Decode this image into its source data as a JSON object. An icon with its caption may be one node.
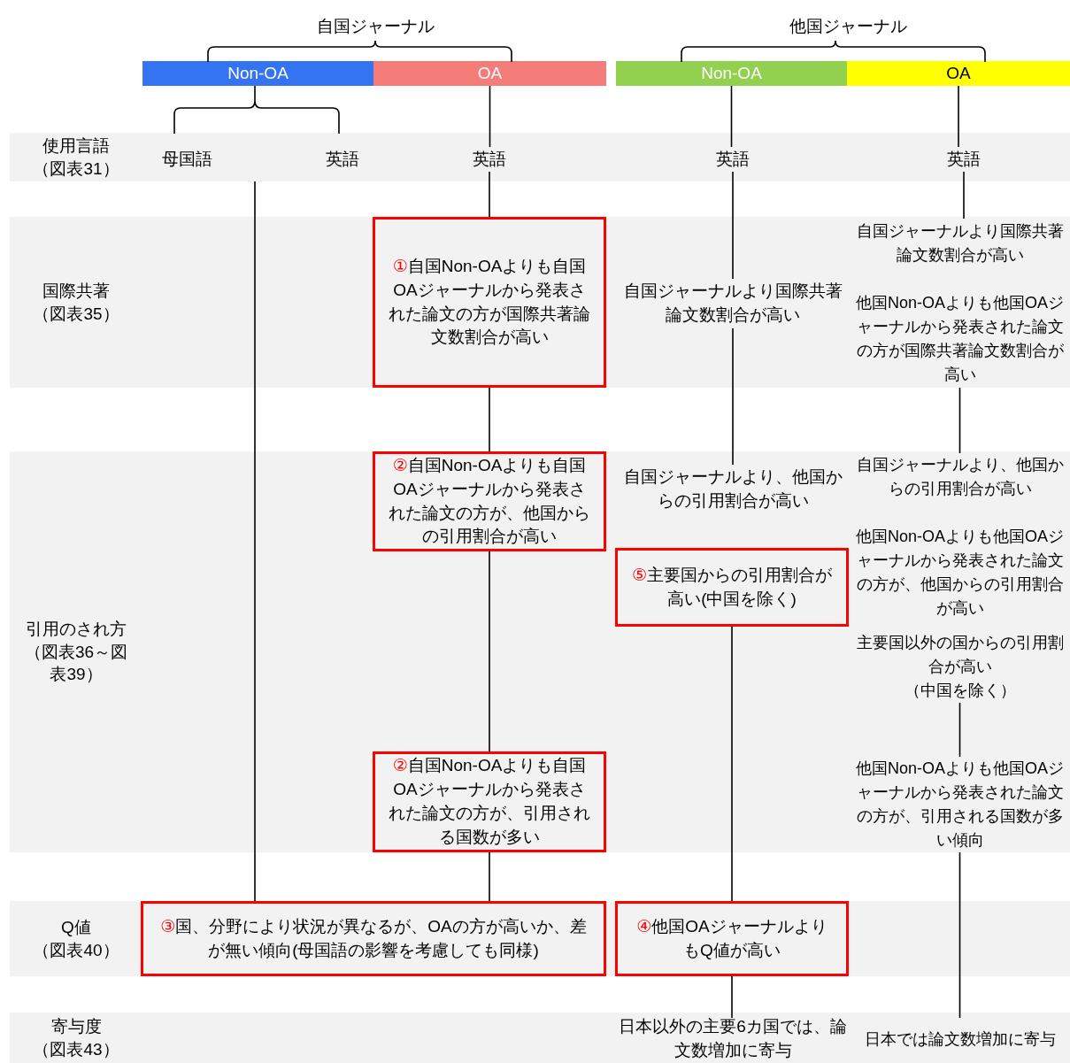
{
  "diagram": {
    "nodes": [
      {
        "text": [
          "Non-OA"
        ]
      },
      {
        "text": [
          "OA"
        ]
      },
      {
        "text": [
          "Non-OA"
        ]
      },
      {
        "text": [
          "OA"
        ]
      },
      {
        "text": [
          "使用言語",
          "（図表31）"
        ]
      },
      {
        "text": [
          "母国語"
        ],
        "in": 4
      },
      {
        "text": [
          "英語"
        ],
        "in": 4
      },
      {
        "text": [
          "英語"
        ],
        "in": 4
      },
      {
        "text": [
          "英語"
        ],
        "in": 4
      },
      {
        "text": [
          "英語"
        ],
        "in": 4
      },
      {
        "text": [
          "国際共著",
          "（図表35）"
        ]
      },
      {
        "text": [
          "①自国Non-OAよりも自国OAジャーナルから発表された論文の方が国際共著論文数割合が高い"
        ],
        "in": 10
      },
      {
        "text": [
          "自国ジャーナルより国際共著論文数割合が高い"
        ],
        "in": 10
      },
      {
        "text": [
          "自国ジャーナルより国際共著論文数割合が高い"
        ],
        "in": 10
      },
      {
        "text": [
          "他国Non-OAよりも他国OAジャーナルから発表された論文の方が国際共著論文数割合が高い"
        ],
        "in": 10
      },
      {
        "text": [
          "引用のされ方",
          "（図表36～図表39）"
        ]
      },
      {
        "text": [
          "②自国Non-OAよりも自国OAジャーナルから発表された論文の方が、他国からの引用割合が高い"
        ],
        "in": 15
      },
      {
        "text": [
          "②自国Non-OAよりも自国OAジャーナルから発表された論文の方が、引用される国数が多い"
        ],
        "in": 15
      },
      {
        "text": [
          "自国ジャーナルより、他国からの引用割合が高い"
        ],
        "in": 15
      },
      {
        "text": [
          "⑤主要国からの引用割合が高い(中国を除く)"
        ],
        "in": 15
      },
      {
        "text": [
          "自国ジャーナルより、他国からの引用割合が高い"
        ],
        "in": 15
      },
      {
        "text": [
          "他国Non-OAよりも他国OAジャーナルから発表された論文の方が、他国からの引用割合が高い"
        ],
        "in": 15
      },
      {
        "text": [
          "主要国以外の国からの引用割合が高い",
          "（中国を除く）"
        ],
        "in": 15
      },
      {
        "text": [
          "他国Non-OAよりも他国OAジャーナルから発表された論文の方が、引用される国数が多い傾向"
        ],
        "in": 15
      },
      {
        "text": [
          "Q値",
          "（図表40）"
        ]
      },
      {
        "text": [
          "③国、分野により状況が異なるが、OAの方が高いか、差が無い傾向(母国語の影響を考慮しても同様)"
        ],
        "in": 24
      },
      {
        "text": [
          "④他国OAジャーナルよりもQ値が高い"
        ],
        "in": 24
      },
      {
        "text": [
          "寄与度",
          "（図表43）"
        ]
      },
      {
        "text": [
          "日本以外の主要6カ国では、論文数増加に寄与"
        ],
        "in": 27
      },
      {
        "text": [
          "日本では論文数増加に寄与"
        ],
        "in": 27
      }
    ],
    "edges": [
      {
        "from": 1,
        "to": 7,
        "arrow": "none"
      },
      {
        "from": 7,
        "to": 11,
        "arrow": "none"
      },
      {
        "from": 11,
        "to": 16,
        "arrow": "none"
      },
      {
        "from": 16,
        "to": 17,
        "arrow": "none"
      },
      {
        "from": 17,
        "to": 25,
        "arrow": "none"
      },
      {
        "from": 4,
        "to": 25,
        "arrow": "none"
      },
      {
        "from": 2,
        "to": 8,
        "arrow": "none"
      },
      {
        "from": 8,
        "to": 12,
        "arrow": "none"
      },
      {
        "from": 12,
        "to": 18,
        "arrow": "none"
      },
      {
        "from": 19,
        "to": 26,
        "arrow": "none"
      },
      {
        "from": 26,
        "to": 28,
        "arrow": "none"
      },
      {
        "from": 3,
        "to": 9,
        "arrow": "none"
      },
      {
        "from": 9,
        "to": 13,
        "arrow": "none"
      },
      {
        "from": 14,
        "to": 20,
        "arrow": "none"
      },
      {
        "from": 22,
        "to": 23,
        "arrow": "none"
      },
      {
        "from": 23,
        "to": 29,
        "arrow": "none"
      }
    ],
    "labels": [
      "自国ジャーナル",
      "他国ジャーナル"
    ]
  }
}
